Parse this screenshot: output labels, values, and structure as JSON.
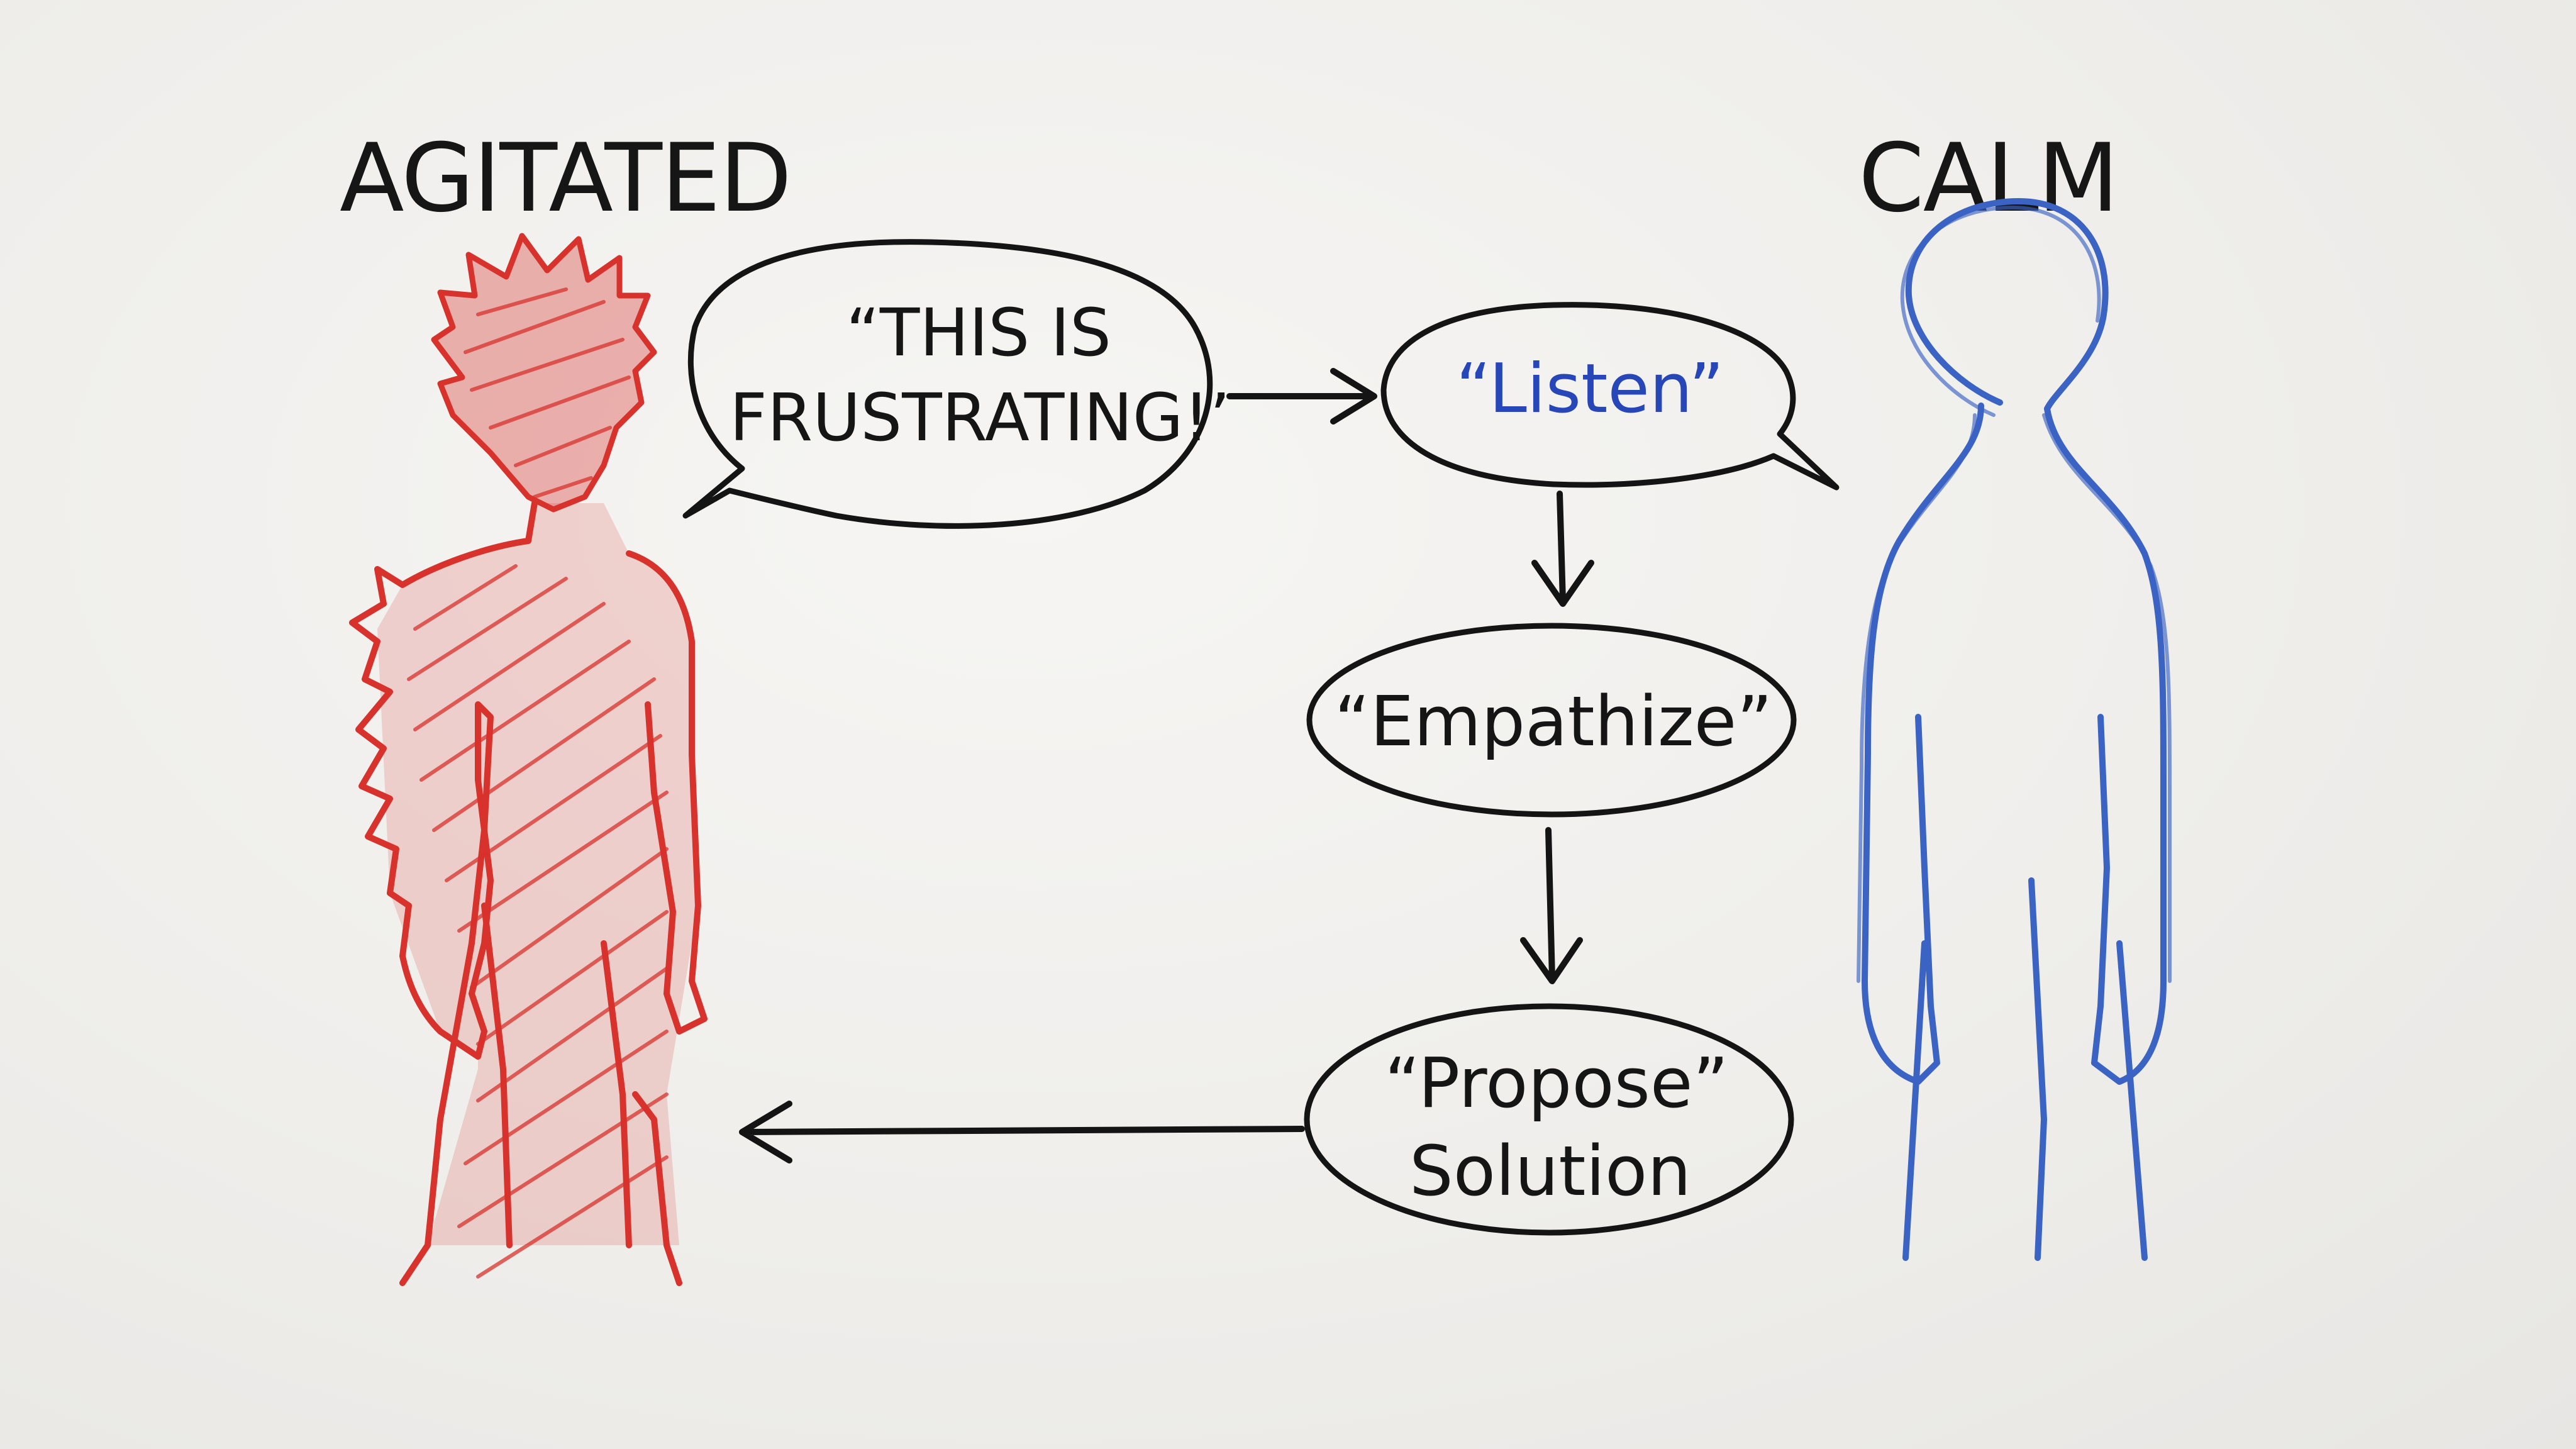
{
  "diagram": {
    "left_label": "AGITATED",
    "right_label": "CALM",
    "speech_line_1": "“THIS IS",
    "speech_line_2": "FRUSTRATING!’",
    "listen": "“Listen”",
    "empathize": "“Empathize”",
    "propose_line_1": "“Propose”",
    "propose_line_2": "Solution"
  },
  "colors": {
    "agitated": "#d8322c",
    "calm": "#3a63c4",
    "ink": "#141414",
    "listen_text": "#2746b8"
  }
}
